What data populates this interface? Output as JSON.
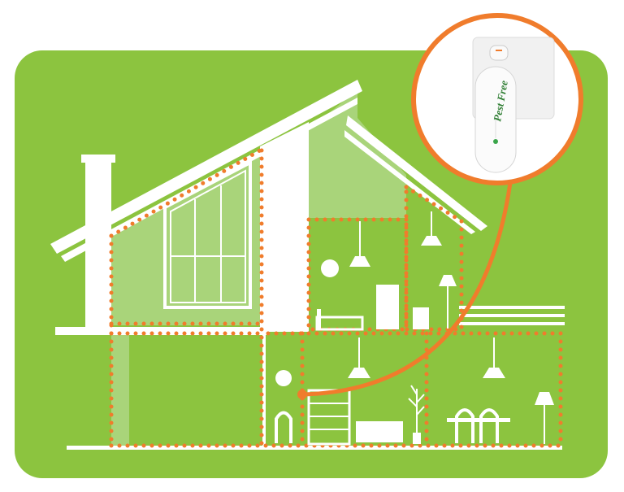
{
  "colors": {
    "background_panel": "#8cc43f",
    "accent_orange": "#f07c2c",
    "house_white": "#ffffff",
    "light_green_fill": "#a9d47a",
    "device_led": "#3aa54a",
    "logo_green": "#2e7d32",
    "logo_red": "#d32f2f"
  },
  "device": {
    "logo_text": "Pest Free",
    "icon": "plug-in-pest-repeller"
  },
  "scene": {
    "subject": "house-cross-section",
    "highlighted_rooms": 6
  }
}
